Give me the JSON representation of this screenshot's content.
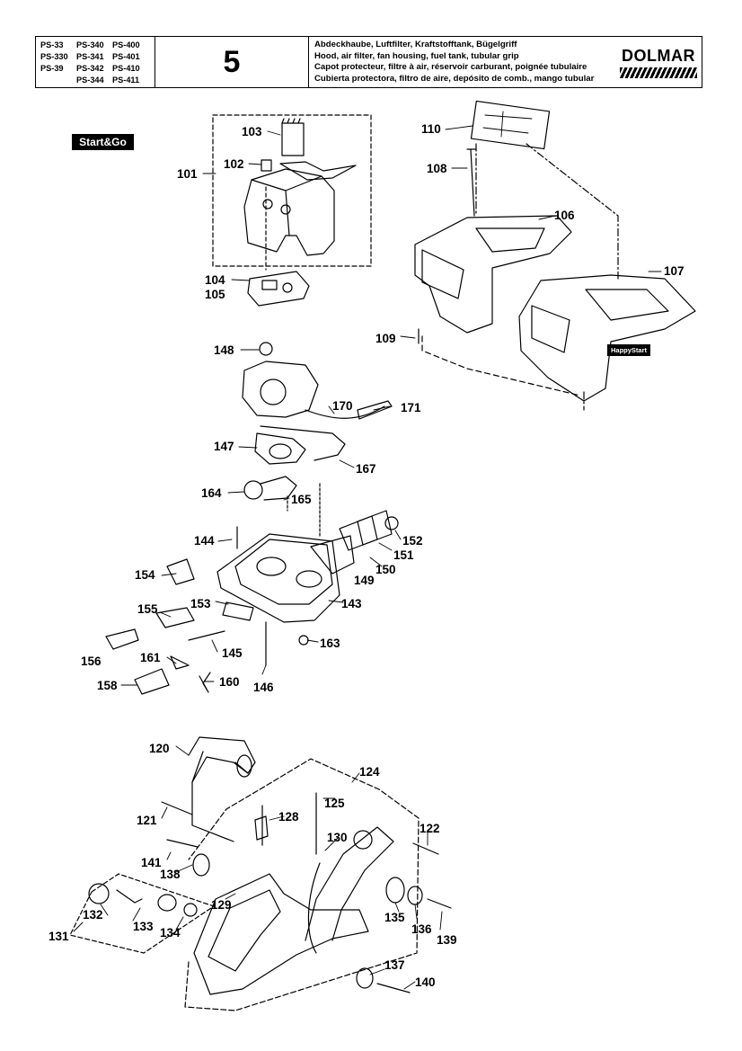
{
  "header": {
    "models": [
      [
        "PS-33",
        "PS-340",
        "PS-400"
      ],
      [
        "PS-330",
        "PS-341",
        "PS-401"
      ],
      [
        "PS-39",
        "PS-342",
        "PS-410"
      ],
      [
        "",
        "PS-344",
        "PS-411"
      ]
    ],
    "page_number": "5",
    "titles": [
      "Abdeckhaube, Luftfilter, Kraftstofftank, Bügelgriff",
      "Hood, air filter, fan housing, fuel tank, tubular grip",
      "Capot protecteur, filtre à air, réservoir carburant, poignée tubulaire",
      "Cubierta protectora, filtro de aire, depósito de comb., mango tubular"
    ],
    "brand": "DOLMAR"
  },
  "badges": {
    "start_go": "Start&Go",
    "happy_start": "HappyStart"
  },
  "part_labels": {
    "p101": "101",
    "p102": "102",
    "p103": "103",
    "p104": "104",
    "p105": "105",
    "p106": "106",
    "p107": "107",
    "p108": "108",
    "p109": "109",
    "p110": "110",
    "p120": "120",
    "p121": "121",
    "p122": "122",
    "p124": "124",
    "p125": "125",
    "p128": "128",
    "p129": "129",
    "p130": "130",
    "p131": "131",
    "p132": "132",
    "p133": "133",
    "p134": "134",
    "p135": "135",
    "p136": "136",
    "p137": "137",
    "p138": "138",
    "p139": "139",
    "p140": "140",
    "p141": "141",
    "p143": "143",
    "p144": "144",
    "p145": "145",
    "p146": "146",
    "p147": "147",
    "p148": "148",
    "p149": "149",
    "p150": "150",
    "p151": "151",
    "p152": "152",
    "p153": "153",
    "p154": "154",
    "p155": "155",
    "p156": "156",
    "p158": "158",
    "p160": "160",
    "p161": "161",
    "p163": "163",
    "p164": "164",
    "p165": "165",
    "p167": "167",
    "p170": "170",
    "p171": "171"
  }
}
